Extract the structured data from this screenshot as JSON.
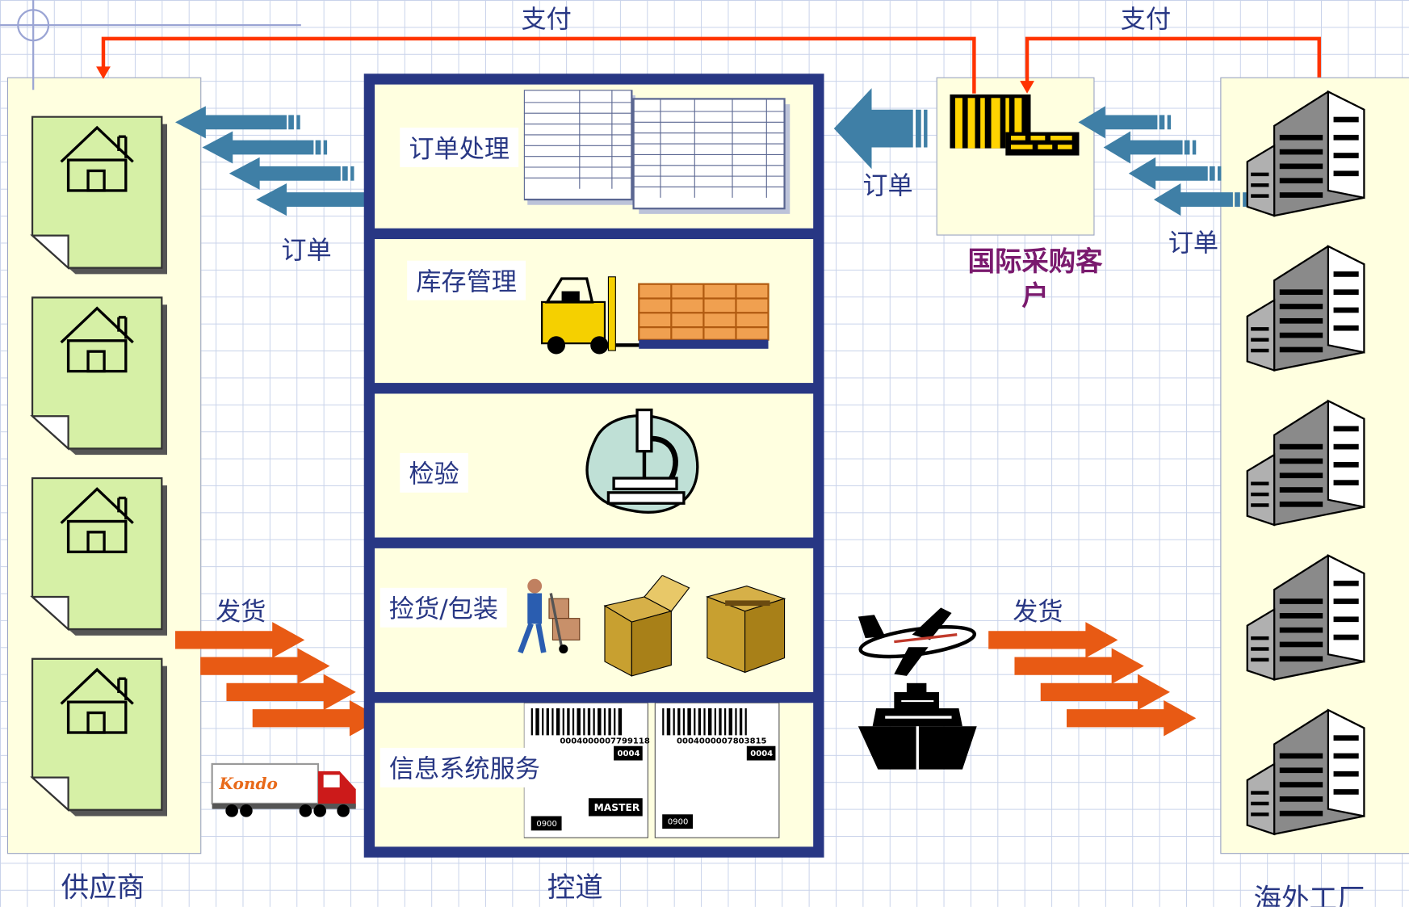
{
  "labels": {
    "pay_left": "支付",
    "pay_right": "支付",
    "order_supplier": "订单",
    "order_customer": "订单",
    "order_factory": "订单",
    "ship_left": "发货",
    "ship_right": "发货",
    "supplier": "供应商",
    "channel": "控道",
    "factory": "海外工厂",
    "customer_line1": "国际采购客",
    "customer_line2": "户",
    "truck_brand": "Kondo"
  },
  "sections": [
    {
      "title": "订单处理"
    },
    {
      "title": "库存管理"
    },
    {
      "title": "检验"
    },
    {
      "title": "捡货/包装"
    },
    {
      "title": "信息系统服务"
    }
  ],
  "shipping_labels": [
    {
      "number": "0004000007799118",
      "dest": "0004",
      "badge": "MASTER",
      "event": "0900"
    },
    {
      "number": "0004000007803815",
      "dest": "0004",
      "badge": "",
      "event": "0900"
    }
  ],
  "colors": {
    "navy": "#283784",
    "cream": "#ffffe0",
    "payment_red": "#ff3300",
    "order_arrow": "#3f7fa6",
    "ship_arrow": "#e85a14",
    "customer_text": "#7a1a6e",
    "page_green": "#d6f0a6"
  }
}
